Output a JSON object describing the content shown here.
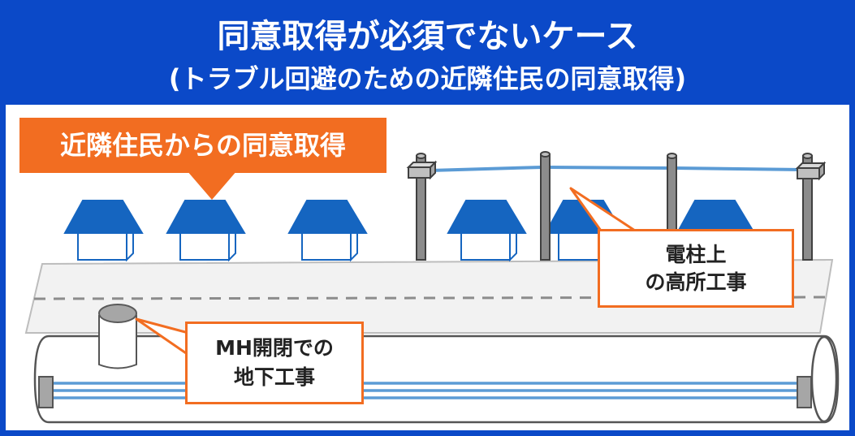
{
  "header": {
    "title": "同意取得が必須でないケース",
    "subtitle": "(トラブル回避のための近隣住民の同意取得)"
  },
  "banner": {
    "label": "近隣住民からの同意取得"
  },
  "callouts": {
    "pole": {
      "line1": "電柱上",
      "line2": "の高所工事"
    },
    "manhole": {
      "line1": "MH開閉での",
      "line2": "地下工事"
    }
  },
  "colors": {
    "frame_blue": "#0b49c8",
    "house_roof": "#1565c0",
    "accent_orange": "#f26d21",
    "cable_blue": "#5b9bd5",
    "road_gray": "#f2f2f2",
    "pole_gray": "#8c8c8c"
  }
}
